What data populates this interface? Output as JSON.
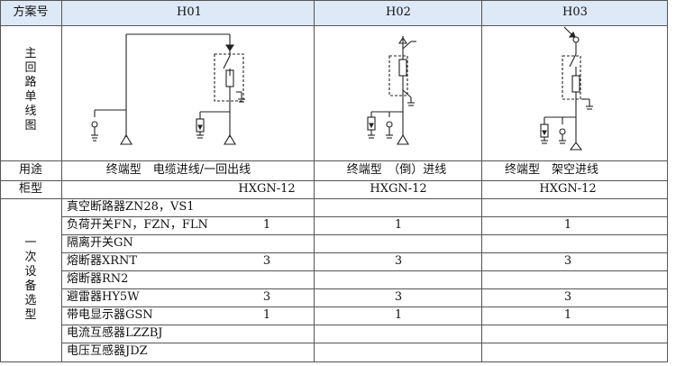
{
  "header": {
    "label_col": "方案号",
    "schemes": [
      "H01",
      "H02",
      "H03"
    ]
  },
  "row_labels": {
    "main_circuit": [
      "主",
      "回",
      "路",
      "单",
      "线",
      "图"
    ],
    "usage": "用途",
    "cabinet": "柜型",
    "equipment": [
      "一",
      "次",
      "设",
      "备",
      "选",
      "型"
    ]
  },
  "usage": [
    "终端型　电缆进线/一回出线",
    "终端型　（倒）进线",
    "终端型　架空进线"
  ],
  "cabinet": [
    "HXGN-12",
    "HXGN-12",
    "HXGN-12"
  ],
  "equipment_rows": [
    {
      "name": "真空断路器ZN28，VS1",
      "values": [
        "",
        "",
        ""
      ]
    },
    {
      "name": "负荷开关FN，FZN，FLN",
      "values": [
        "1",
        "1",
        "1"
      ]
    },
    {
      "name": "隔离开关GN",
      "values": [
        "",
        "",
        ""
      ]
    },
    {
      "name": "熔断器XRNT",
      "values": [
        "3",
        "3",
        "3"
      ]
    },
    {
      "name": "熔断器RN2",
      "values": [
        "",
        "",
        ""
      ]
    },
    {
      "name": "避雷器HY5W",
      "values": [
        "3",
        "3",
        "3"
      ]
    },
    {
      "name": "带电显示器GSN",
      "values": [
        "1",
        "1",
        "1"
      ]
    },
    {
      "name": "电流互感器LZZBJ",
      "values": [
        "",
        "",
        ""
      ]
    },
    {
      "name": "电压互感器JDZ",
      "values": [
        "",
        "",
        ""
      ]
    }
  ]
}
